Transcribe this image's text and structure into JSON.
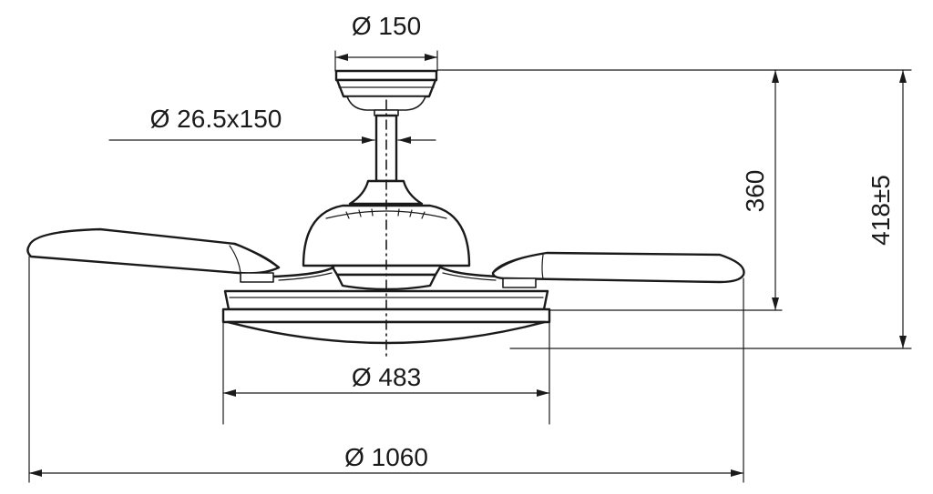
{
  "diagram": {
    "dimensions": {
      "canopy_diameter": "Ø 150",
      "downrod": "Ø 26.5x150",
      "height_360": "360",
      "height_418": "418±5",
      "light_diameter": "Ø 483",
      "blade_span": "Ø 1060"
    }
  }
}
